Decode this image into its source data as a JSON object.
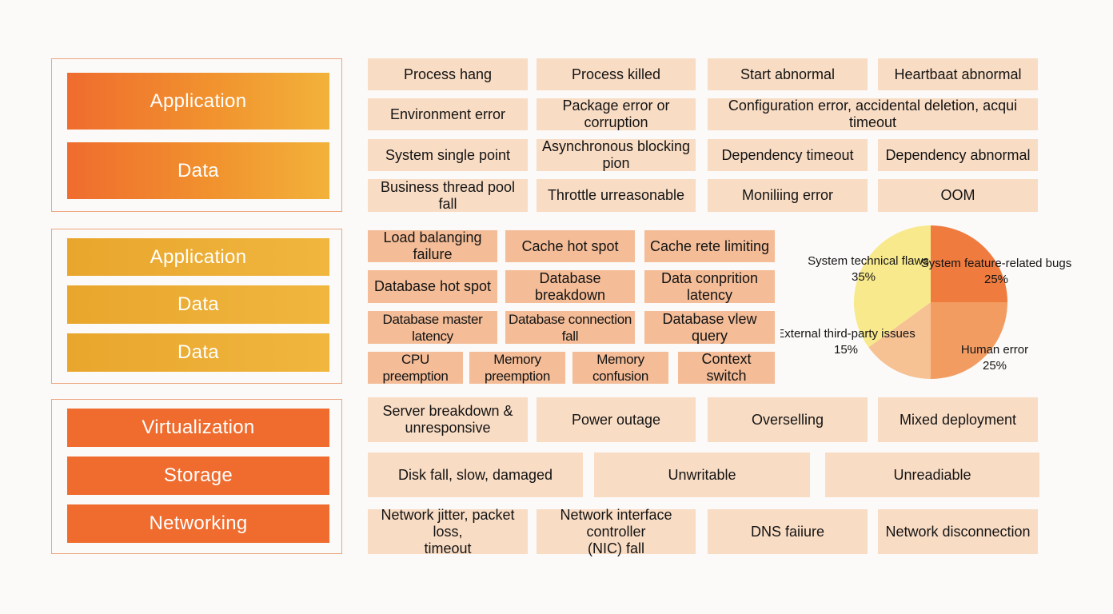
{
  "layers": {
    "group1": [
      "Application",
      "Data"
    ],
    "group2": [
      "Application",
      "Data",
      "Data"
    ],
    "group3": [
      "Virtualization",
      "Storage",
      "Networking"
    ]
  },
  "app_issues": [
    [
      "Process hang",
      "Process killed",
      "Start abnormal",
      "Heartbaat abnormal"
    ],
    [
      "Environment error",
      "Package error or corruption",
      "Configuration error, accidental deletion, acqui timeout"
    ],
    [
      "System single point",
      "Asynchronous blocking pion",
      "Dependency timeout",
      "Dependency abnormal"
    ],
    [
      "Business thread pool fall",
      "Throttle urreasonable",
      "Moniliing error",
      "OOM"
    ]
  ],
  "middleware_issues": [
    [
      "Load balanging failure",
      "Cache hot spot",
      "Cache rete limiting"
    ],
    [
      "Database hot spot",
      "Database breakdown",
      "Data conprition latency"
    ],
    [
      "Database master latency",
      "Database connection fall",
      "Database vlew query"
    ],
    [
      "CPU preemption",
      "Memory preemption",
      "Memory confusion",
      "Context switch"
    ]
  ],
  "infra_issues": [
    [
      "Server breakdown &\nunresponsive",
      "Power outage",
      "Overselling",
      "Mixed deployment"
    ],
    [
      "Disk fall, slow, damaged",
      "Unwritable",
      "Unreadiable"
    ],
    [
      "Network jitter, packet loss,\ntimeout",
      "Network interface controller\n(NIC) fall",
      "DNS faiiure",
      "Network disconnection"
    ]
  ],
  "chart_data": {
    "type": "pie",
    "slices": [
      {
        "label": "System feature-related bugs",
        "pct_text": "25%",
        "value": 25,
        "color": "#ef7b3f"
      },
      {
        "label": "Human error",
        "pct_text": "25%",
        "value": 25,
        "color": "#f29c62"
      },
      {
        "label": "External third-party issues",
        "pct_text": "15%",
        "value": 15,
        "color": "#f6c193"
      },
      {
        "label": "System technical flaws",
        "pct_text": "35%",
        "value": 35,
        "color": "#f8e98c"
      }
    ]
  }
}
